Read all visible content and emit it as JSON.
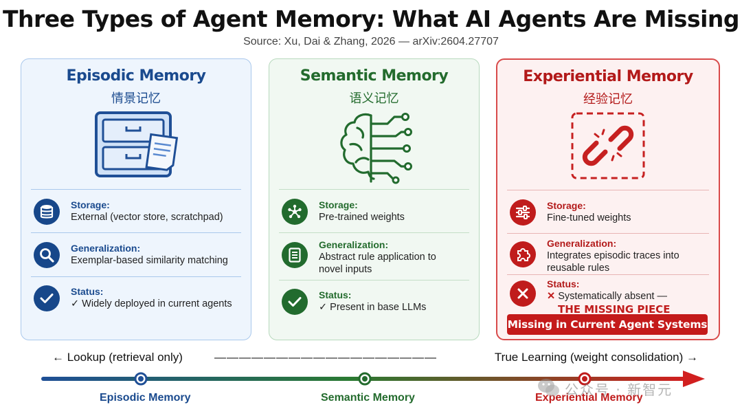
{
  "header": {
    "title": "Three Types of Agent Memory: What AI Agents Are Missing",
    "subtitle": "Source: Xu, Dai & Zhang, 2026 — arXiv:2604.27707"
  },
  "cards": [
    {
      "title": "Episodic Memory",
      "subtitle": "情景记忆",
      "icon": "file-cabinet-icon",
      "color": "#1a4a8e",
      "rows": [
        {
          "label": "Storage:",
          "value": "External (vector store, scratchpad)",
          "icon": "database-icon"
        },
        {
          "label": "Generalization:",
          "value": "Exemplar-based similarity matching",
          "icon": "magnifier-icon"
        },
        {
          "label": "Status:",
          "value": "✓ Widely deployed in current agents",
          "icon": "checkmark-icon"
        }
      ]
    },
    {
      "title": "Semantic Memory",
      "subtitle": "语义记忆",
      "icon": "brain-circuit-icon",
      "color": "#236b2d",
      "rows": [
        {
          "label": "Storage:",
          "value": "Pre-trained weights",
          "icon": "network-node-icon"
        },
        {
          "label": "Generalization:",
          "value": "Abstract rule application to novel inputs",
          "icon": "document-list-icon"
        },
        {
          "label": "Status:",
          "value": "✓ Present in base LLMs",
          "icon": "checkmark-icon"
        }
      ]
    },
    {
      "title": "Experiential Memory",
      "subtitle": "经验记忆",
      "icon": "broken-chain-icon",
      "color": "#b31a1a",
      "rows": [
        {
          "label": "Storage:",
          "value": "Fine-tuned weights",
          "icon": "sliders-icon"
        },
        {
          "label": "Generalization:",
          "value": "Integrates episodic traces into reusable rules",
          "icon": "puzzle-piece-icon"
        },
        {
          "label": "Status:",
          "value": "Systematically absent —",
          "value_mark": "✕",
          "emphasis": "THE MISSING PIECE",
          "icon": "cross-icon"
        }
      ],
      "banner": "Missing in Current Agent Systems"
    }
  ],
  "spectrum": {
    "left_label": "← Lookup (retrieval only)",
    "dashes": "——————————————————",
    "right_label": "True Learning (weight consolidation) →",
    "points": [
      {
        "label": "Episodic Memory",
        "color": "#1a4a8e"
      },
      {
        "label": "Semantic Memory",
        "color": "#236b2d"
      },
      {
        "label": "Experiential Memory",
        "color": "#c01c1c"
      }
    ]
  },
  "watermark": {
    "text": "公众号 · 新智元",
    "icon": "wechat-logo-icon"
  }
}
